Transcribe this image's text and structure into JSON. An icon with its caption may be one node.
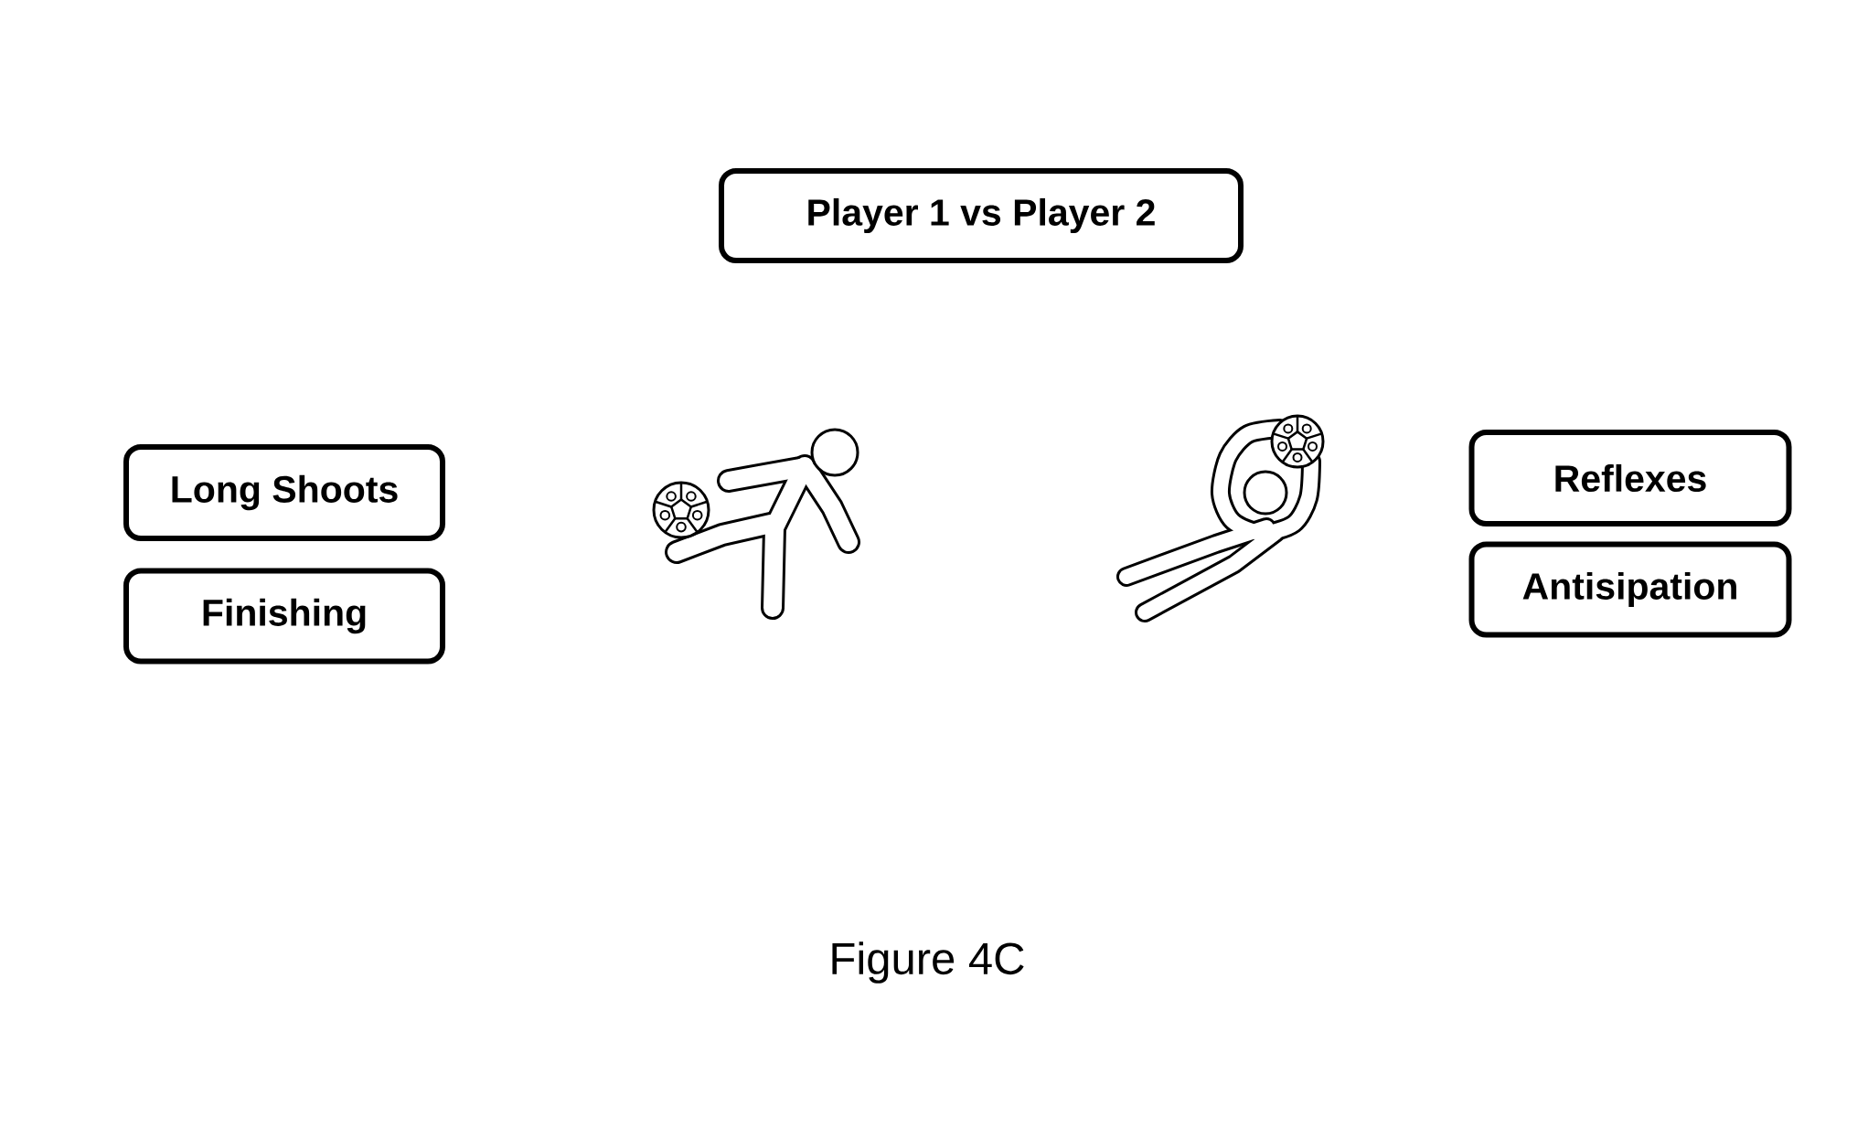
{
  "diagram": {
    "nodes": [
      {
        "text": [
          "Player 1 vs Player 2"
        ]
      },
      {
        "text": [
          "Long Shoots"
        ]
      },
      {
        "text": [
          "Finishing"
        ]
      },
      {
        "text": [
          "Reflexes"
        ]
      },
      {
        "text": [
          "Antisipation"
        ]
      }
    ],
    "caption": "Figure 4C"
  }
}
